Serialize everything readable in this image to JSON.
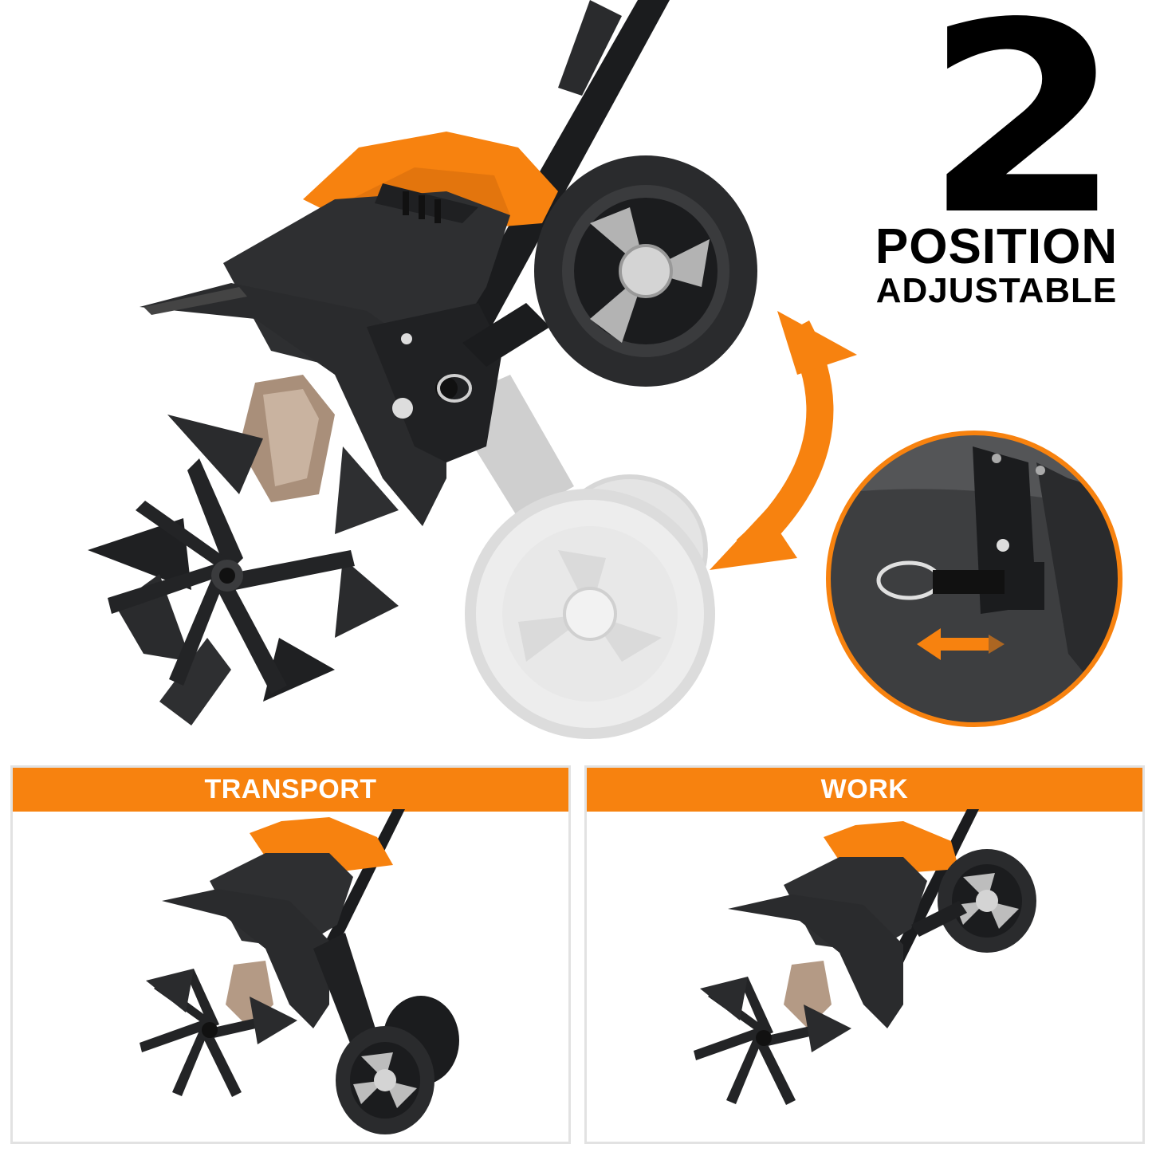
{
  "headline": {
    "number": "2",
    "line1": "POSITION",
    "line2": "ADJUSTABLE"
  },
  "panels": [
    {
      "label": "TRANSPORT"
    },
    {
      "label": "WORK"
    }
  ],
  "colors": {
    "accent_orange": "#f7820f",
    "body_dark": "#2e2f31",
    "wheel_grey": "#cfcfcf",
    "panel_border": "#e2e2e2"
  },
  "icons": {
    "adjust_arrow": "curved-double-arrow-icon",
    "detail_arrow": "double-arrow-icon",
    "hitch_pin": "pull-pin-icon"
  }
}
